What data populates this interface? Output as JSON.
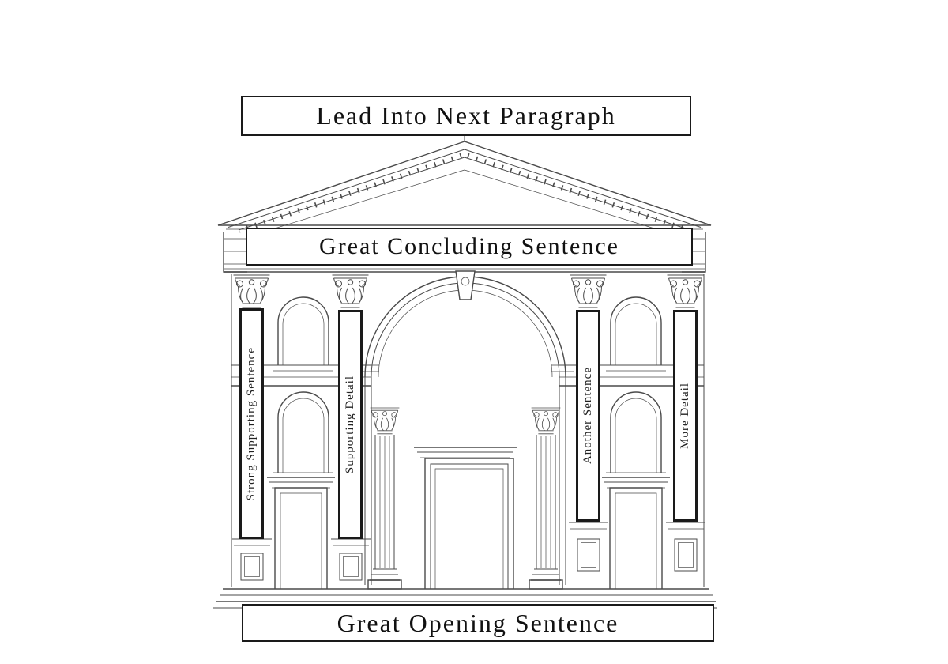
{
  "colors": {
    "line": "#4a4a4a",
    "label_border": "#1a1a1a",
    "text": "#111111",
    "background": "#ffffff"
  },
  "labels": {
    "lead": "Lead Into Next Paragraph",
    "concluding": "Great Concluding Sentence",
    "opening": "Great Opening Sentence",
    "pillars": [
      "Strong Supporting Sentence",
      "Supporting Detail",
      "Another Sentence",
      "More Detail"
    ]
  }
}
